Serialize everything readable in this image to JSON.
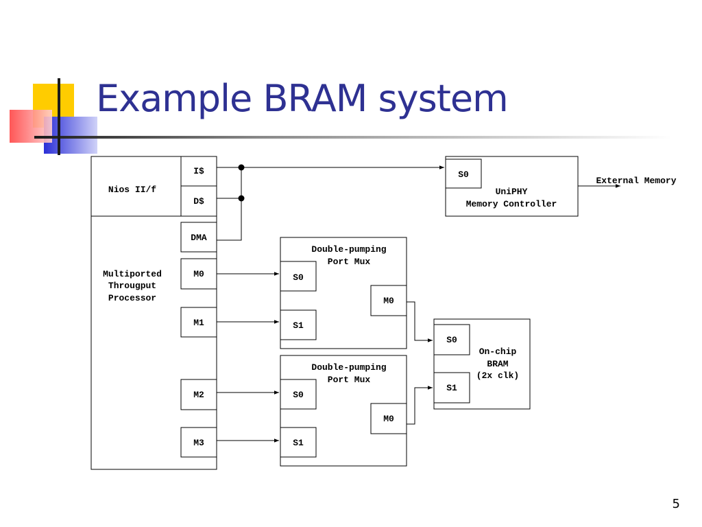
{
  "slide": {
    "title": "Example BRAM system",
    "page_number": "5",
    "title_color": "#2e3192"
  },
  "diagram": {
    "nios": {
      "label": "Nios II/f",
      "ports": {
        "icache": "I$",
        "dcache": "D$",
        "dma": "DMA"
      }
    },
    "mtp": {
      "label_lines": [
        "Multiported",
        "Througput",
        "Processor"
      ],
      "ports": [
        "M0",
        "M1",
        "M2",
        "M3"
      ]
    },
    "uniphy": {
      "port": "S0",
      "label_lines": [
        "UniPHY",
        "Memory Controller"
      ],
      "external": "External Memory"
    },
    "mux_top": {
      "label_lines": [
        "Double-pumping",
        "Port Mux"
      ],
      "in_ports": [
        "S0",
        "S1"
      ],
      "out_port": "M0"
    },
    "mux_bottom": {
      "label_lines": [
        "Double-pumping",
        "Port Mux"
      ],
      "in_ports": [
        "S0",
        "S1"
      ],
      "out_port": "M0"
    },
    "bram": {
      "label_lines": [
        "On-chip",
        "BRAM",
        "(2x clk)"
      ],
      "ports": [
        "S0",
        "S1"
      ]
    }
  }
}
